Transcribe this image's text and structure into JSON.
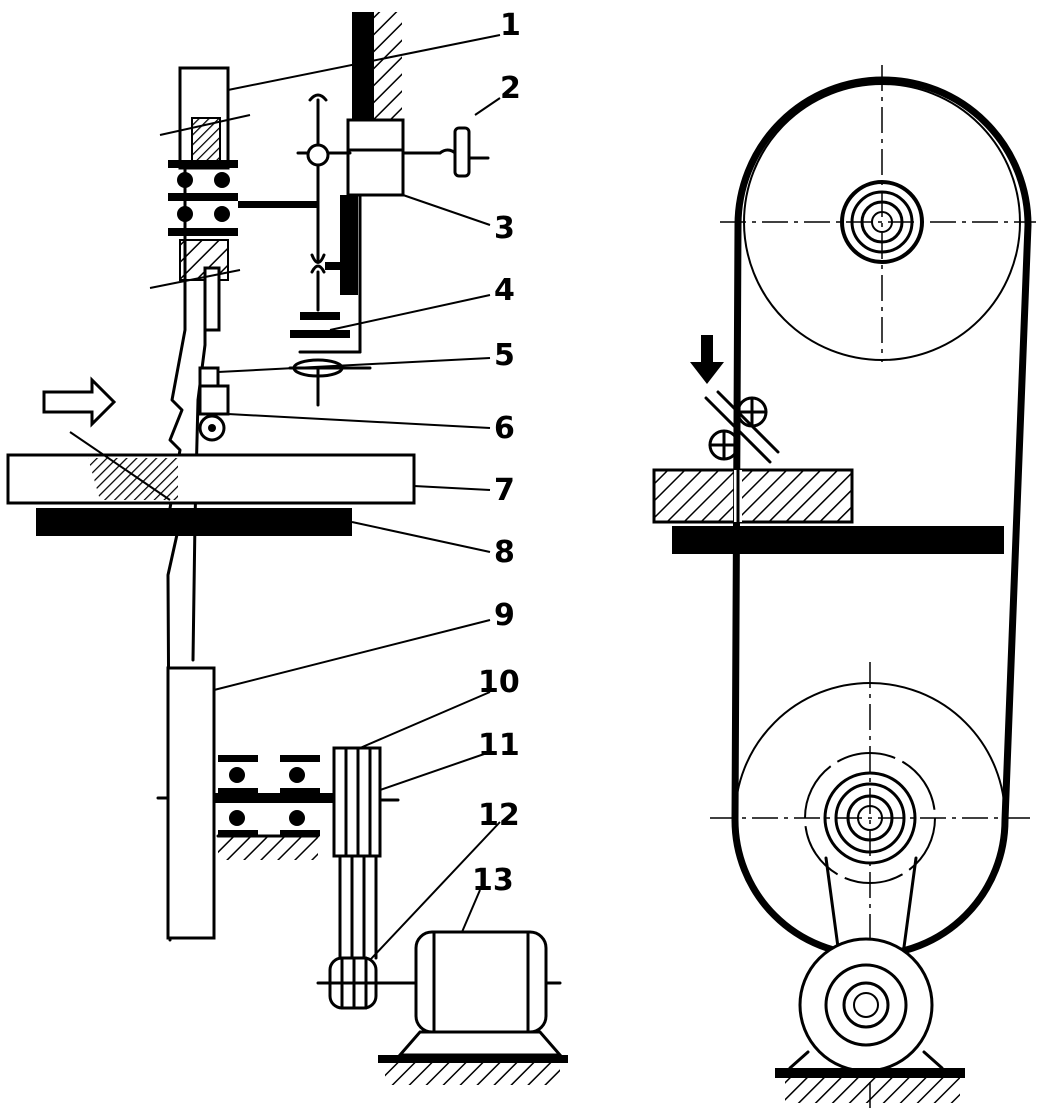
{
  "diagram": {
    "labels": [
      "1",
      "2",
      "3",
      "4",
      "5",
      "6",
      "7",
      "8",
      "9",
      "10",
      "11",
      "12",
      "13"
    ],
    "colors": {
      "ink": "#000000",
      "paper": "#ffffff"
    },
    "icons": [
      "feed-direction-arrow-icon",
      "cut-direction-arrow-icon"
    ]
  }
}
